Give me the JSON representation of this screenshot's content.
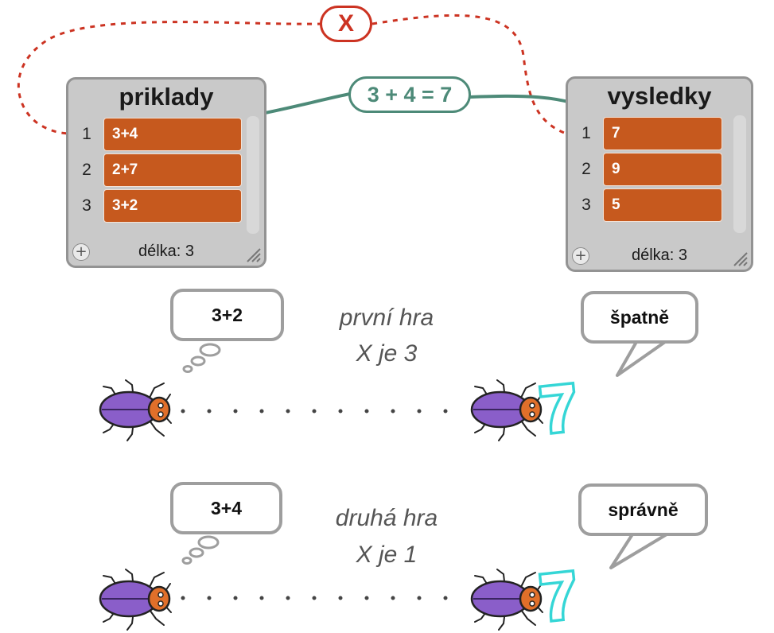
{
  "lists": {
    "priklady": {
      "title": "priklady",
      "items": [
        {
          "index": "1",
          "value": "3+4"
        },
        {
          "index": "2",
          "value": "2+7"
        },
        {
          "index": "3",
          "value": "3+2"
        }
      ],
      "length_label": "délka: 3"
    },
    "vysledky": {
      "title": "vysledky",
      "items": [
        {
          "index": "1",
          "value": "7"
        },
        {
          "index": "2",
          "value": "9"
        },
        {
          "index": "3",
          "value": "5"
        }
      ],
      "length_label": "délka: 3"
    }
  },
  "arrows": {
    "solid_label": "3 + 4 = 7",
    "dashed_label": "X"
  },
  "games": [
    {
      "thought": "3+2",
      "caption_line1": "první hra",
      "caption_line2": "X je 3",
      "speech": "špatně"
    },
    {
      "thought": "3+4",
      "caption_line1": "druhá hra",
      "caption_line2": "X je 1",
      "speech": "správně"
    }
  ],
  "sprite_glyph": "7",
  "colors": {
    "cell": "#c6591e",
    "solid_arrow": "#4d8a78",
    "dashed_arrow": "#cc3322",
    "sprite_glyph": "#35d6d6",
    "beetle_body": "#8a5ec9",
    "beetle_head": "#e06f2a"
  },
  "icons": [
    "add-icon",
    "resize-grip-icon",
    "beetle-icon"
  ]
}
